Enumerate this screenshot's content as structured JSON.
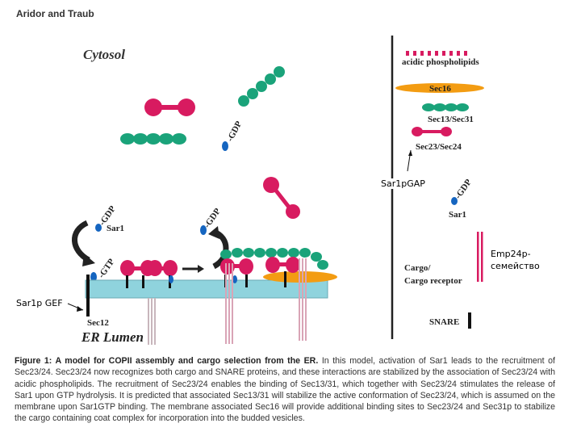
{
  "header": {
    "author": "Aridor and Traub"
  },
  "regions": {
    "cytosol": "Cytosol",
    "er_lumen": "ER Lumen"
  },
  "legend": {
    "acidic_phospholipids": "acidic phospholipids",
    "sec16": "Sec16",
    "sec13_sec31": "Sec13/Sec31",
    "sec23_sec24": "Sec23/Sec24",
    "sar1": "Sar1",
    "gdp": "-GDP",
    "cargo": "Cargo/",
    "cargo_receptor": "Cargo receptor",
    "snare": "SNARE"
  },
  "diagram_labels": {
    "gdp_1": "-GDP",
    "gdp_2": "-GDP",
    "gdp_3": "-GDP",
    "gtp": "-GTP",
    "sar1": "Sar1",
    "sec12": "Sec12"
  },
  "callouts": {
    "sar1p_gap": "Sar1pGAP",
    "emp24": "Emp24p-\nсемейство",
    "sar1p_gef": "Sar1p GEF"
  },
  "caption": {
    "lead": "Figure 1: A model for COPII assembly and cargo selection from the ER.",
    "body": " In this model, activation of Sar1 leads to the recruitment of Sec23/24. Sec23/24 now recognizes both cargo and SNARE proteins, and these interactions are stabilized by the association of Sec23/24 with acidic phospholipids. The recruitment of Sec23/24 enables the binding of Sec13/31, which together with Sec23/24 stimulates the release of Sar1 upon GTP hydrolysis. It is predicted that associated Sec13/31 will stabilize the active conformation of Sec23/24, which is assumed on the membrane upon Sar1GTP binding. The membrane associated Sec16 will provide additional binding sites to Sec23/24 and Sec31p to stabilize the cargo containing coat complex for incorporation into the budded vesicles."
  },
  "colors": {
    "magenta": "#d81b60",
    "teal": "#1aa37a",
    "orange": "#f39c12",
    "membrane": "#8fd3dd",
    "blue_sar1": "#1565c0",
    "gray_receptor": "#c8b6bc"
  }
}
